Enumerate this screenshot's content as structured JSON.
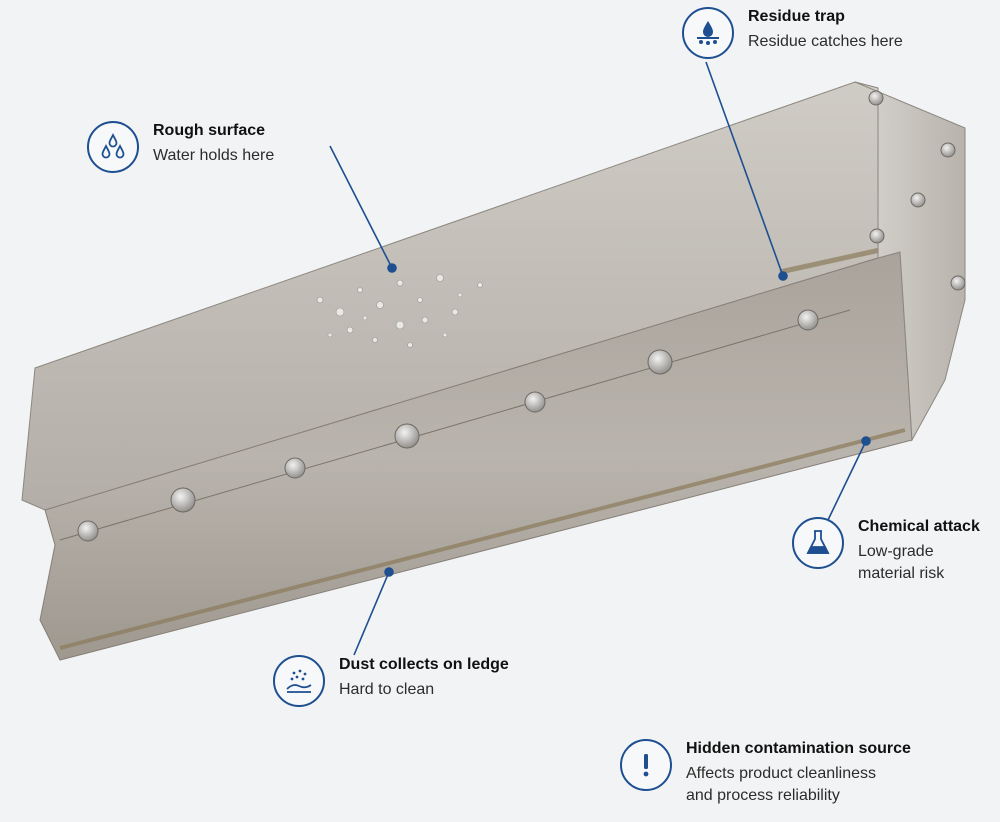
{
  "callouts": {
    "rough_surface": {
      "title": "Rough surface",
      "desc": [
        "Water holds here"
      ]
    },
    "residue_trap": {
      "title": "Residue trap",
      "desc": [
        "Residue catches here"
      ]
    },
    "chemical_attack": {
      "title": "Chemical attack",
      "desc": [
        "Low-grade",
        "material risk"
      ]
    },
    "dust_ledge": {
      "title": "Dust collects on ledge",
      "desc": [
        "Hard to clean"
      ]
    },
    "hidden_contamination": {
      "title": "Hidden contamination source",
      "desc": [
        "Affects product cleanliness",
        "and process reliability"
      ]
    }
  },
  "icons": {
    "rough_surface": "water-drops-icon",
    "residue_trap": "residue-drip-icon",
    "chemical_attack": "flask-icon",
    "dust_ledge": "dust-particles-icon",
    "hidden_contamination": "exclamation-icon"
  },
  "colors": {
    "accent": "#1d4f91",
    "background": "#f2f3f5",
    "steel_light": "#c9c5bf",
    "steel_dark": "#8f8a83",
    "residue": "#8a7a5a"
  }
}
